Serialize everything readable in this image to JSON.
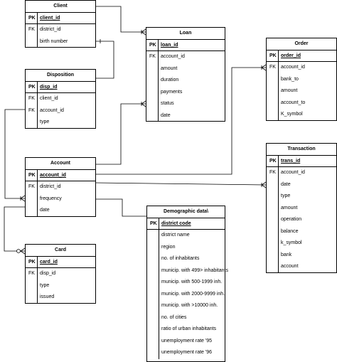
{
  "diagram": {
    "entities": [
      {
        "id": "client",
        "title": "Client",
        "pk": {
          "key": "PK",
          "name": "client_id"
        },
        "fields": [
          {
            "key": "FK",
            "name": "district_id"
          },
          {
            "key": "",
            "name": "birth number"
          }
        ]
      },
      {
        "id": "loan",
        "title": "Loan",
        "pk": {
          "key": "PK",
          "name": "loan_id"
        },
        "fields": [
          {
            "key": "FK",
            "name": "account_id"
          },
          {
            "key": "",
            "name": "amount"
          },
          {
            "key": "",
            "name": "duration"
          },
          {
            "key": "",
            "name": "payments"
          },
          {
            "key": "",
            "name": "status"
          },
          {
            "key": "",
            "name": "date"
          }
        ]
      },
      {
        "id": "order",
        "title": "Order",
        "pk": {
          "key": "PK",
          "name": "order_id"
        },
        "fields": [
          {
            "key": "FK",
            "name": "account_id"
          },
          {
            "key": "",
            "name": "bank_to"
          },
          {
            "key": "",
            "name": "amount"
          },
          {
            "key": "",
            "name": "account_to"
          },
          {
            "key": "",
            "name": "K_symbol"
          }
        ]
      },
      {
        "id": "disposition",
        "title": "Disposition",
        "pk": {
          "key": "PK",
          "name": "disp_id"
        },
        "fields": [
          {
            "key": "FK",
            "name": "client_id"
          },
          {
            "key": "FK",
            "name": "account_id"
          },
          {
            "key": "",
            "name": "type"
          }
        ]
      },
      {
        "id": "transaction",
        "title": "Transaction",
        "pk": {
          "key": "PK",
          "name": "trans_id"
        },
        "fields": [
          {
            "key": "FK",
            "name": "account_id"
          },
          {
            "key": "",
            "name": "date"
          },
          {
            "key": "",
            "name": "type"
          },
          {
            "key": "",
            "name": "amount"
          },
          {
            "key": "",
            "name": "operation"
          },
          {
            "key": "",
            "name": "balance"
          },
          {
            "key": "",
            "name": "k_symbol"
          },
          {
            "key": "",
            "name": "bank"
          },
          {
            "key": "",
            "name": "account"
          }
        ]
      },
      {
        "id": "account",
        "title": "Account",
        "pk": {
          "key": "PK",
          "name": "account_id"
        },
        "fields": [
          {
            "key": "FK",
            "name": "district_id"
          },
          {
            "key": "",
            "name": "frequency"
          },
          {
            "key": "",
            "name": "date"
          }
        ]
      },
      {
        "id": "demographic",
        "title": "Demographic data\\",
        "pk": {
          "key": "PK",
          "name": "district code"
        },
        "fields": [
          {
            "key": "",
            "name": "district name"
          },
          {
            "key": "",
            "name": "region"
          },
          {
            "key": "",
            "name": "no. of inhabitants"
          },
          {
            "key": "",
            "name": "municip. with 499> inhabitants"
          },
          {
            "key": "",
            "name": "municip. with 500-1999 inh."
          },
          {
            "key": "",
            "name": "municip. with 2000-9999 inh."
          },
          {
            "key": "",
            "name": "municip. with >10000 inh."
          },
          {
            "key": "",
            "name": "no. of cities"
          },
          {
            "key": "",
            "name": "ratio of urban inhabitants"
          },
          {
            "key": "",
            "name": "unemployment rate '95"
          },
          {
            "key": "",
            "name": "unemployment rate '96"
          }
        ]
      },
      {
        "id": "card",
        "title": "Card",
        "pk": {
          "key": "PK",
          "name": "card_id"
        },
        "fields": [
          {
            "key": "FK",
            "name": "disp_id"
          },
          {
            "key": "",
            "name": "type"
          },
          {
            "key": "",
            "name": "issued"
          }
        ]
      }
    ],
    "relationships": [
      {
        "from": "client",
        "to": "loan",
        "end": "crow-foot-many"
      },
      {
        "from": "client",
        "to": "disposition",
        "end": "one"
      },
      {
        "from": "account",
        "to": "loan",
        "end": "crow-foot-many"
      },
      {
        "from": "account",
        "to": "order",
        "end": "crow-foot-many"
      },
      {
        "from": "account",
        "to": "transaction",
        "end": "crow-foot-many"
      },
      {
        "from": "disposition",
        "to": "account",
        "end": "crow-foot-many"
      },
      {
        "from": "account",
        "to": "demographic",
        "end": "one"
      },
      {
        "from": "account",
        "to": "card",
        "end": "zero-or-many"
      }
    ],
    "colors": {
      "line": "#000000",
      "background": "#ffffff"
    }
  }
}
